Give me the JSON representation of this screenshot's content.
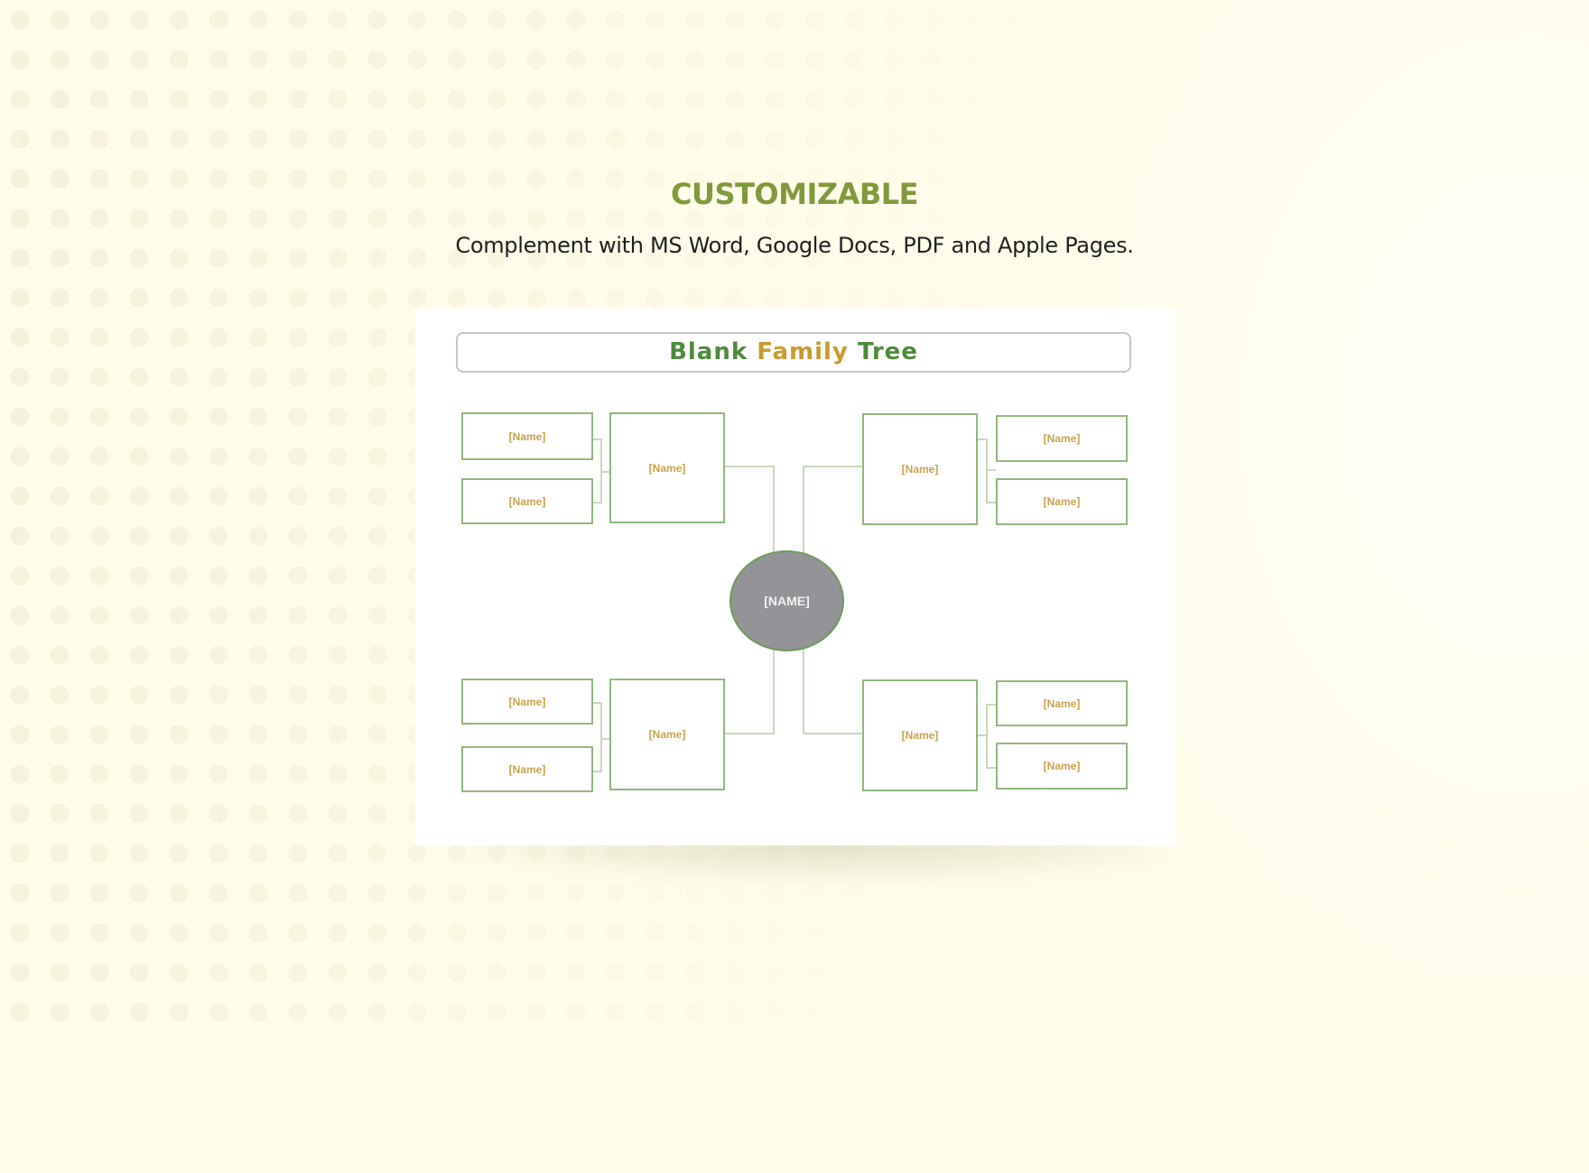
{
  "header": {
    "title": "CUSTOMIZABLE",
    "subtitle": "Complement with MS Word, Google Docs, PDF and Apple Pages.",
    "title_color": "#80993a"
  },
  "document": {
    "title_parts": [
      "Blank",
      "Family",
      "Tree"
    ],
    "title_colors": {
      "primary": "#4e8a3a",
      "accent": "#c99b2e"
    },
    "center_node": "[NAME]",
    "branches": {
      "top_left": {
        "parent": "[Name]",
        "grandparents": [
          "[Name]",
          "[Name]"
        ]
      },
      "top_right": {
        "parent": "[Name]",
        "grandparents": [
          "[Name]",
          "[Name]"
        ]
      },
      "bottom_left": {
        "parent": "[Name]",
        "grandparents": [
          "[Name]",
          "[Name]"
        ]
      },
      "bottom_right": {
        "parent": "[Name]",
        "grandparents": [
          "[Name]",
          "[Name]"
        ]
      }
    },
    "node_border_color": "#8fb87c",
    "node_text_color": "#c7a24a",
    "center_fill_color": "#939398"
  }
}
